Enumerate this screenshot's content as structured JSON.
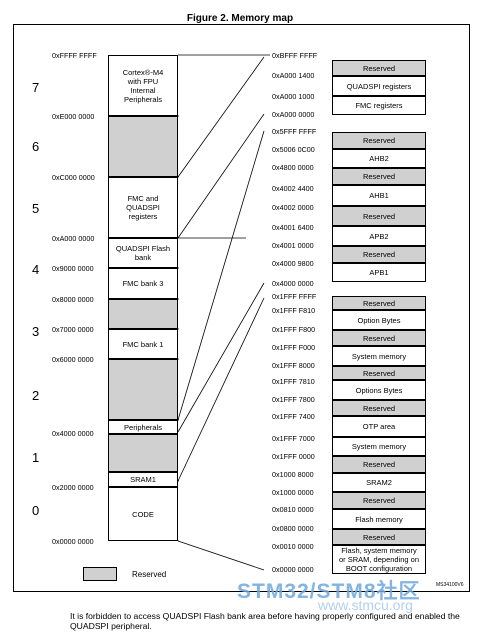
{
  "title": "Figure 2. Memory map",
  "regions": [
    "7",
    "6",
    "5",
    "4",
    "3",
    "2",
    "1",
    "0"
  ],
  "left_addresses": [
    "0xFFFF FFFF",
    "0xE000 0000",
    "0xC000 0000",
    "0xA000 0000",
    "0x9000 0000",
    "0x8000 0000",
    "0x7000 0000",
    "0x6000 0000",
    "0x4000 0000",
    "0x2000 0000",
    "0x0000 0000"
  ],
  "left_blocks": {
    "cortex_line1": "Cortex®-M4",
    "cortex_line2": "with FPU",
    "cortex_line3": "Internal",
    "cortex_line4": "Peripherals",
    "fmc_line1": "FMC and",
    "fmc_line2": "QUADSPI",
    "fmc_line3": "registers",
    "qspi_line1": "QUADSPI Flash",
    "qspi_line2": "bank",
    "fmc_bank3": "FMC bank 3",
    "fmc_bank1": "FMC bank 1",
    "peripherals": "Peripherals",
    "sram1": "SRAM1",
    "code": "CODE"
  },
  "top_right_addresses": [
    "0xBFFF FFFF",
    "0xA000 1400",
    "0xA000 1000",
    "0xA000 0000"
  ],
  "top_right_blocks": [
    "Reserved",
    "QUADSPI registers",
    "FMC registers"
  ],
  "mid_right_addresses": [
    "0x5FFF FFFF",
    "0x5006 0C00",
    "0x4800 0000",
    "0x4002 4400",
    "0x4002 0000",
    "0x4001 6400",
    "0x4001 0000",
    "0x4000 9800",
    "0x4000 0000"
  ],
  "mid_right_blocks": [
    "Reserved",
    "AHB2",
    "Reserved",
    "AHB1",
    "Reserved",
    "APB2",
    "Reserved",
    "APB1"
  ],
  "low_right_addresses": [
    "0x1FFF FFFF",
    "0x1FFF F810",
    "0x1FFF F800",
    "0x1FFF F000",
    "0x1FFF 8000",
    "0x1FFF 7810",
    "0x1FFF 7800",
    "0x1FFF 7400",
    "0x1FFF 7000",
    "0x1FFF 0000",
    "0x1000 8000",
    "0x1000 0000",
    "0x0810 0000",
    "0x0800 0000",
    "0x0010 0000",
    "0x0000 0000"
  ],
  "low_right_blocks": [
    "Reserved",
    "Option Bytes",
    "Reserved",
    "System memory",
    "Reserved",
    "Options Bytes",
    "Reserved",
    "OTP area",
    "System memory",
    "Reserved",
    "SRAM2",
    "Reserved",
    "Flash memory",
    "Reserved"
  ],
  "boot_block": {
    "line1": "Flash, system memory",
    "line2": "or SRAM, depending on",
    "line3": "BOOT configuration"
  },
  "legend_label": "Reserved",
  "ms_code": "MS34100V6",
  "watermark": "STM32/STM8社区",
  "watermark_url": "www.stmcu.org",
  "footnote": "It is forbidden to access QUADSPI Flash bank area before having properly configured and enabled the QUADSPI peripheral.",
  "colors": {
    "reserved_fill": "#d0d0d0",
    "border": "#000000",
    "watermark": "#6fa8dc"
  }
}
